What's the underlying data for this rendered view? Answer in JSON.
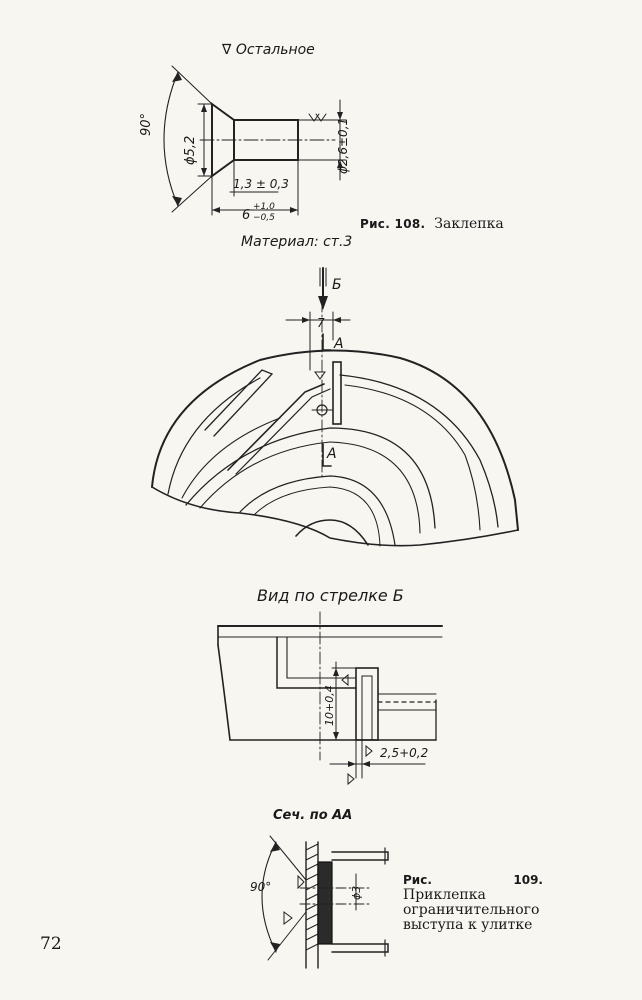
{
  "page_number": "72",
  "fig108": {
    "finish_note": "∇ Остальное",
    "angle": "90°",
    "head_diameter": "ϕ5,2",
    "shank_diameter": "ϕ2,6±0,1",
    "head_height": "1,3 ± 0,3",
    "length_main": "6",
    "length_upper": "+1,0",
    "length_lower": "−0,5",
    "caption_label": "Рис. 108.",
    "caption_text": "Заклепка",
    "material": "Материал: ст.3"
  },
  "fig109": {
    "arrow_label": "Б",
    "dim_top": "7",
    "section_mark_top": "А",
    "section_mark_bottom": "А",
    "view_title": "Вид по стрелке Б",
    "dim_height": "10+0,4",
    "dim_width": "2,5+0,2",
    "section_title": "Сеч. по АА",
    "section_angle": "90°",
    "section_dim": "ϕ3",
    "caption_label": "Рис. 109.",
    "caption_text": "Приклепка ограничительного выступа к улитке"
  }
}
